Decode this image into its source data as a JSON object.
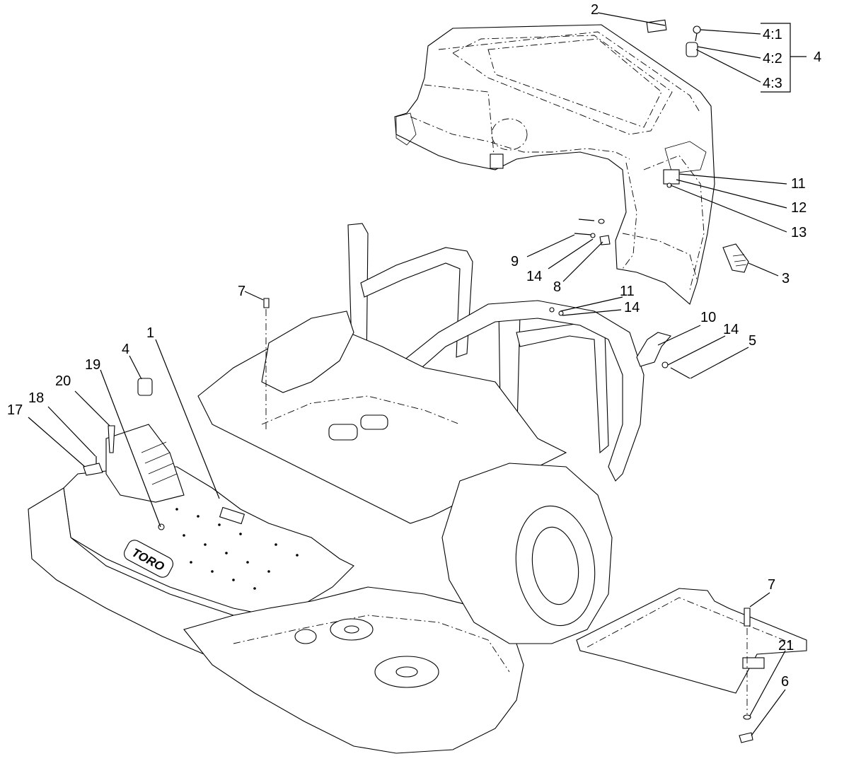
{
  "callouts": {
    "c1": "1",
    "c2": "2",
    "c3": "3",
    "c4_right": "4",
    "c4_left": "4",
    "c4_1": "4:1",
    "c4_2": "4:2",
    "c4_3": "4:3",
    "c5": "5",
    "c6": "6",
    "c7_top": "7",
    "c7_bottom": "7",
    "c8": "8",
    "c9": "9",
    "c10": "10",
    "c11_top": "11",
    "c11_mid": "11",
    "c12": "12",
    "c13": "13",
    "c14_a": "14",
    "c14_b": "14",
    "c14_c": "14",
    "c17": "17",
    "c18": "18",
    "c19": "19",
    "c20": "20",
    "c21": "21"
  },
  "logo_text": "TORO"
}
